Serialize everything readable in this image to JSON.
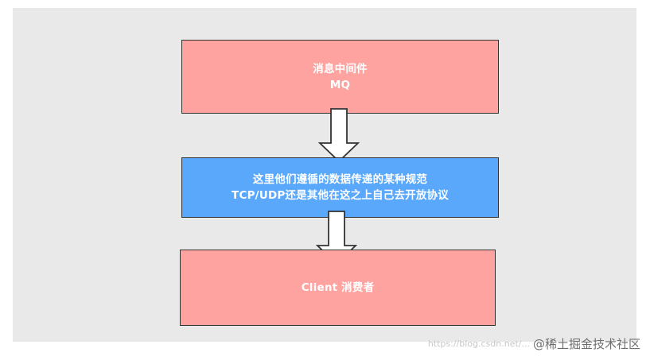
{
  "boxes": {
    "mq": {
      "line1": "消息中间件",
      "line2": "MQ"
    },
    "protocol": {
      "line1": "这里他们遵循的数据传递的某种规范",
      "line2": "TCP/UDP还是其他在这之上自己去开放协议"
    },
    "client": {
      "line1": "Client 消费者"
    }
  },
  "watermark": {
    "url": "https://blog.csdn.net/...",
    "brand": "@稀土掘金技术社区"
  },
  "colors": {
    "background": "#e9e9e9",
    "box_red": "#ffa3a0",
    "box_blue": "#59a8fc",
    "text": "#ffffff"
  }
}
